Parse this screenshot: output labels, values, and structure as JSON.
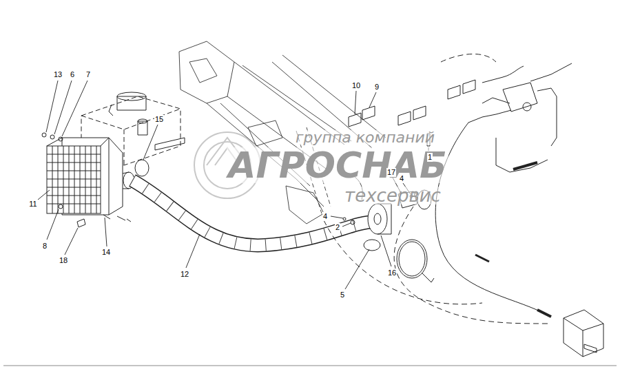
{
  "diagram": {
    "labels": [
      "группа компаний",
      "АГРОСНАБ",
      "техсервис",
      "13",
      "6",
      "7",
      "15",
      "10",
      "9",
      "1",
      "17",
      "4",
      "4",
      "2",
      "11",
      "8",
      "18",
      "14",
      "12",
      "5",
      "16"
    ]
  }
}
